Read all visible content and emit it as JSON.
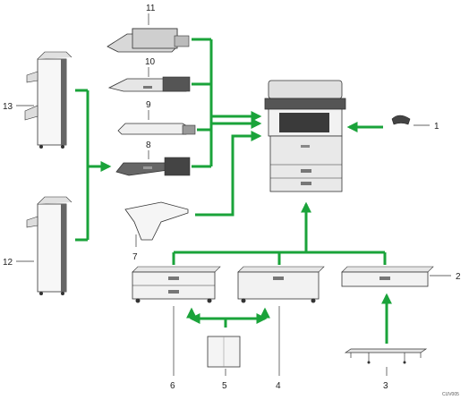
{
  "callouts": {
    "n1": "1",
    "n2": "2",
    "n3": "3",
    "n4": "4",
    "n5": "5",
    "n6": "6",
    "n7": "7",
    "n8": "8",
    "n9": "9",
    "n10": "10",
    "n11": "11",
    "n12": "12",
    "n13": "13"
  },
  "image_code": "CUV005",
  "colors": {
    "arrow": "#1aa33a",
    "device_dark": "#555555",
    "device_light": "#e6e6e6",
    "outline": "#333333"
  },
  "icons": [
    "copier-icon",
    "handset-icon",
    "finisher-icon",
    "booklet-finisher-icon",
    "paper-tray-icon",
    "cabinet-icon",
    "caster-table-icon",
    "output-tray-icon",
    "arrow-icon"
  ]
}
